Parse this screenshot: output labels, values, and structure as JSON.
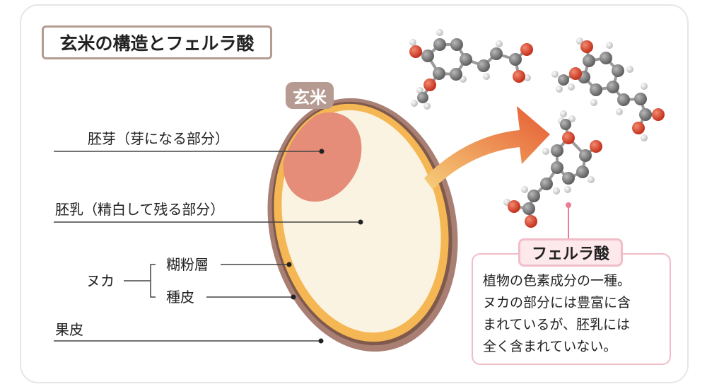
{
  "title": "玄米の構造とフェルラ酸",
  "genmai_label": "玄米",
  "parts": {
    "germ": "胚芽（芽になる部分）",
    "endosperm": "胚乳（精白して残る部分）",
    "nuka": "ヌカ",
    "aleurone": "糊粉層",
    "seed_coat": "種皮",
    "pericarp": "果皮"
  },
  "ferulic": {
    "label": "フェルラ酸",
    "description": [
      "植物の色素成分の一種。",
      "ヌカの部分には豊富に含",
      "まれているが、胚乳には",
      "全く含まれていない。"
    ]
  },
  "colors": {
    "pericarp": "#a97f74",
    "seed_coat": "#7f5a4c",
    "aleurone": "#f4b754",
    "endosperm": "#fbf3e1",
    "germ": "#e58d78",
    "title_border": "#b59b91",
    "ferulic_border": "#f0bdc8",
    "arrow_start": "#f6cf7a",
    "arrow_end": "#e55a33",
    "atom_carbon": "#7a7a7a",
    "atom_oxygen": "#d8442c",
    "atom_hydrogen": "#e8e8e8"
  }
}
